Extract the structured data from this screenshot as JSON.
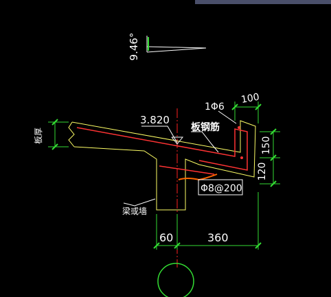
{
  "texts": {
    "angle": "9.46°",
    "elevation": "3.820",
    "rebar_top": "1Φ6",
    "slab_rebar": "板钢筋",
    "stirrup": "Φ8@200",
    "wall_label": "梁或墙",
    "slab_thickness": "板厚",
    "dim_100": "100",
    "dim_150": "150",
    "dim_120": "120",
    "dim_60": "60",
    "dim_360": "360"
  },
  "colors": {
    "background": "#000000",
    "concrete_outline": "#ffff66",
    "rebar": "#ff3333",
    "dimension": "#33dd33",
    "axis": "#ff2222",
    "text": "#ffffff",
    "highlight_stroke": "#ff6600",
    "top_bar": "#4a4f6a"
  }
}
